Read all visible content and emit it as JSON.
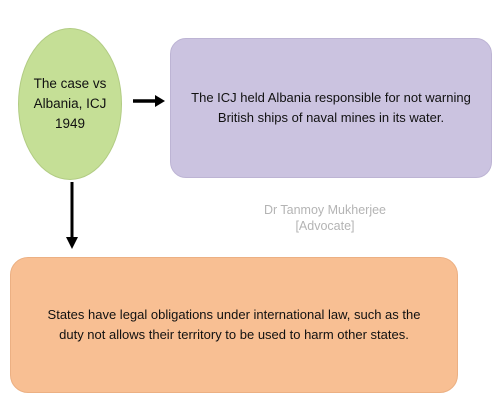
{
  "diagram": {
    "case_node": {
      "line1": "The case vs",
      "line2": "Albania, ICJ",
      "line3": "1949"
    },
    "holding_node": {
      "text": "The ICJ held Albania responsible for not warning British ships of naval mines in its water."
    },
    "obligation_node": {
      "text": "States have legal obligations under international law, such as the duty not allows their territory to be used to harm other states."
    },
    "watermark": {
      "name": "Dr Tanmoy Mukherjee",
      "title": "[Advocate]"
    }
  },
  "colors": {
    "circle_fill": "#c5df96",
    "top_box_fill": "#cbc3e0",
    "bottom_box_fill": "#f8bf93",
    "arrow": "#000000",
    "watermark_text": "#b4b4b4"
  }
}
